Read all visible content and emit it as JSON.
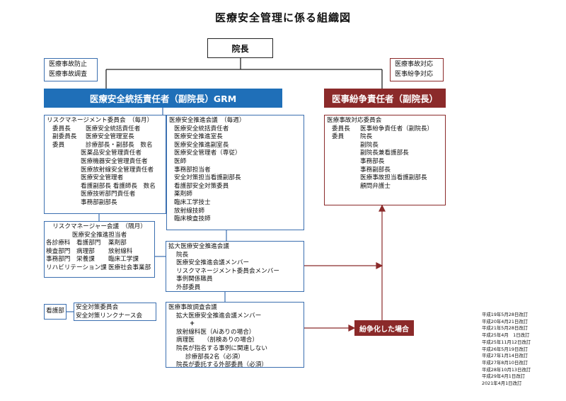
{
  "title": "医療安全管理に係る組織図",
  "director": "院長",
  "left_side": [
    "医療事故防止",
    "医療事故調査"
  ],
  "right_side": [
    "医療事故対応",
    "医事紛争対応"
  ],
  "grm_header": "医療安全統括責任者（副院長）GRM",
  "dispute_header": "医事紛争責任者（副院長）",
  "risk_committee": {
    "title": "リスクマネージメント委員会　（毎月）",
    "rows": [
      [
        "委員長",
        "医療安全統括責任者"
      ],
      [
        "副委員長",
        "医療安全管理室長"
      ],
      [
        "委員",
        "診療部長・副部長　数名"
      ],
      [
        "",
        "医薬品安全管理責任者"
      ],
      [
        "",
        "医療機器安全管理責任者"
      ],
      [
        "",
        "医療放射線安全管理責任者"
      ],
      [
        "",
        "医療安全管理者"
      ],
      [
        "",
        "看護副部長 看護師長　数名"
      ],
      [
        "",
        "医療技術部門責任者"
      ],
      [
        "",
        "事務部副部長"
      ]
    ]
  },
  "promotion_meeting": {
    "title": "医療安全推進会議　（毎週）",
    "items": [
      "医療安全統括責任者",
      "医療安全推進室長",
      "医療安全推進副室長",
      "医療安全管理者（専従）",
      "医師",
      "事務部担当者",
      "安全対策担当看護副部長",
      "看護部安全対策委員",
      "薬剤師",
      "臨床工学技士",
      "放射線技師",
      "臨床検査技師"
    ]
  },
  "risk_manager_meeting": {
    "title": "リスクマネージャー会議　（隔月）",
    "subtitle": "医療安全推進担当者",
    "rows": [
      [
        "各診療科",
        "看護部門",
        "薬剤部"
      ],
      [
        "検査部門",
        "病理部",
        "放射線科"
      ],
      [
        "事務部門",
        "栄養課",
        "臨床工学課"
      ],
      [
        "リハビリテーション課",
        "",
        "医療社会事業部"
      ]
    ]
  },
  "expanded_meeting": {
    "title": "拡大医療安全推進会議",
    "items": [
      "院長",
      "医療安全推進会議メンバー",
      "リスクマネージメント委員会メンバー",
      "事例関係職員",
      "外部委員"
    ]
  },
  "nursing": {
    "label": "看護部",
    "items": [
      "安全対策委員会",
      "安全対策リンクナース会"
    ]
  },
  "investigation_meeting": {
    "title": "医療事故調査会議",
    "items": [
      "拡大医療安全推進会議メンバー",
      "+",
      "放射線科医（Aiありの場合）",
      "病理医　　（剖検ありの場合）",
      "院長が指名する事例に関連しない",
      "診療部長2名（必須）",
      "院長が委託する外部委員（必須）"
    ]
  },
  "accident_committee": {
    "title": "医療事故対応委員会",
    "rows": [
      [
        "委員長",
        "医事紛争責任者（副院長）"
      ],
      [
        "委員",
        "院長"
      ],
      [
        "",
        "副院長"
      ],
      [
        "",
        "副院長兼看護部長"
      ],
      [
        "",
        "事務部長"
      ],
      [
        "",
        "事務副部長"
      ],
      [
        "",
        "医療事故担当看護副部長"
      ],
      [
        "",
        "顧問弁護士"
      ]
    ]
  },
  "dispute_case": "紛争化した場合",
  "revisions": [
    "平成19年5月28日改訂",
    "平成20年4月21日改訂",
    "平成21年5月28日改訂",
    "平成25年4月　1日改訂",
    "平成25年11月12日改訂",
    "平成26年5月19日改訂",
    "平成27年1月14日改訂",
    "平成27年8月10日改訂",
    "平成28年10月13日改訂",
    "平成29年4月1日改訂",
    "2021年4月1日改訂"
  ],
  "colors": {
    "blue": "#1f6fb8",
    "red": "#8b2a2a",
    "box_border": "#3b6fb0"
  }
}
